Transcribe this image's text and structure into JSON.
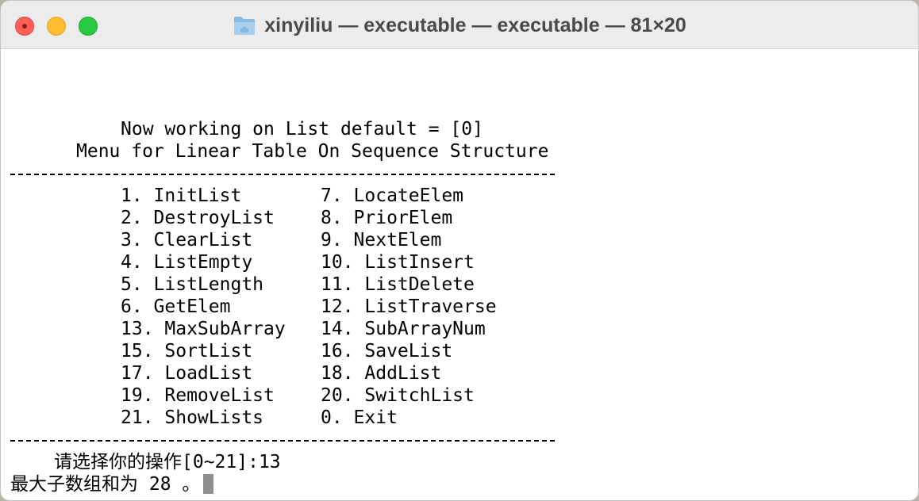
{
  "window": {
    "title": "xinyiliu — executable — executable — 81×20",
    "title_icon": "folder-icon",
    "buttons": [
      "close",
      "minimize",
      "zoom"
    ]
  },
  "terminal": {
    "header_line1": "Now working on List default = [0]",
    "header_line2": "Menu for Linear Table On Sequence Structure",
    "menu_rows": [
      {
        "left": "1. InitList",
        "right": "7. LocateElem"
      },
      {
        "left": "2. DestroyList",
        "right": "8. PriorElem"
      },
      {
        "left": "3. ClearList",
        "right": "9. NextElem"
      },
      {
        "left": "4. ListEmpty",
        "right": "10. ListInsert"
      },
      {
        "left": "5. ListLength",
        "right": "11. ListDelete"
      },
      {
        "left": "6. GetElem",
        "right": "12. ListTraverse"
      },
      {
        "left": "13. MaxSubArray",
        "right": "14. SubArrayNum"
      },
      {
        "left": "15. SortList",
        "right": "16. SaveList"
      },
      {
        "left": "17. LoadList",
        "right": "18. AddList"
      },
      {
        "left": "19. RemoveList",
        "right": "20. SwitchList"
      },
      {
        "left": "21. ShowLists",
        "right": "0. Exit"
      }
    ],
    "prompt_label": "请选择你的操作[0~21]:",
    "prompt_input": "13",
    "result_line": "最大子数组和为 28 。"
  },
  "colors": {
    "titlebar": "#ececec",
    "close": "#ff5f57",
    "minimize": "#febc2e",
    "zoom": "#28c840",
    "cursor": "#8e8e8e"
  }
}
